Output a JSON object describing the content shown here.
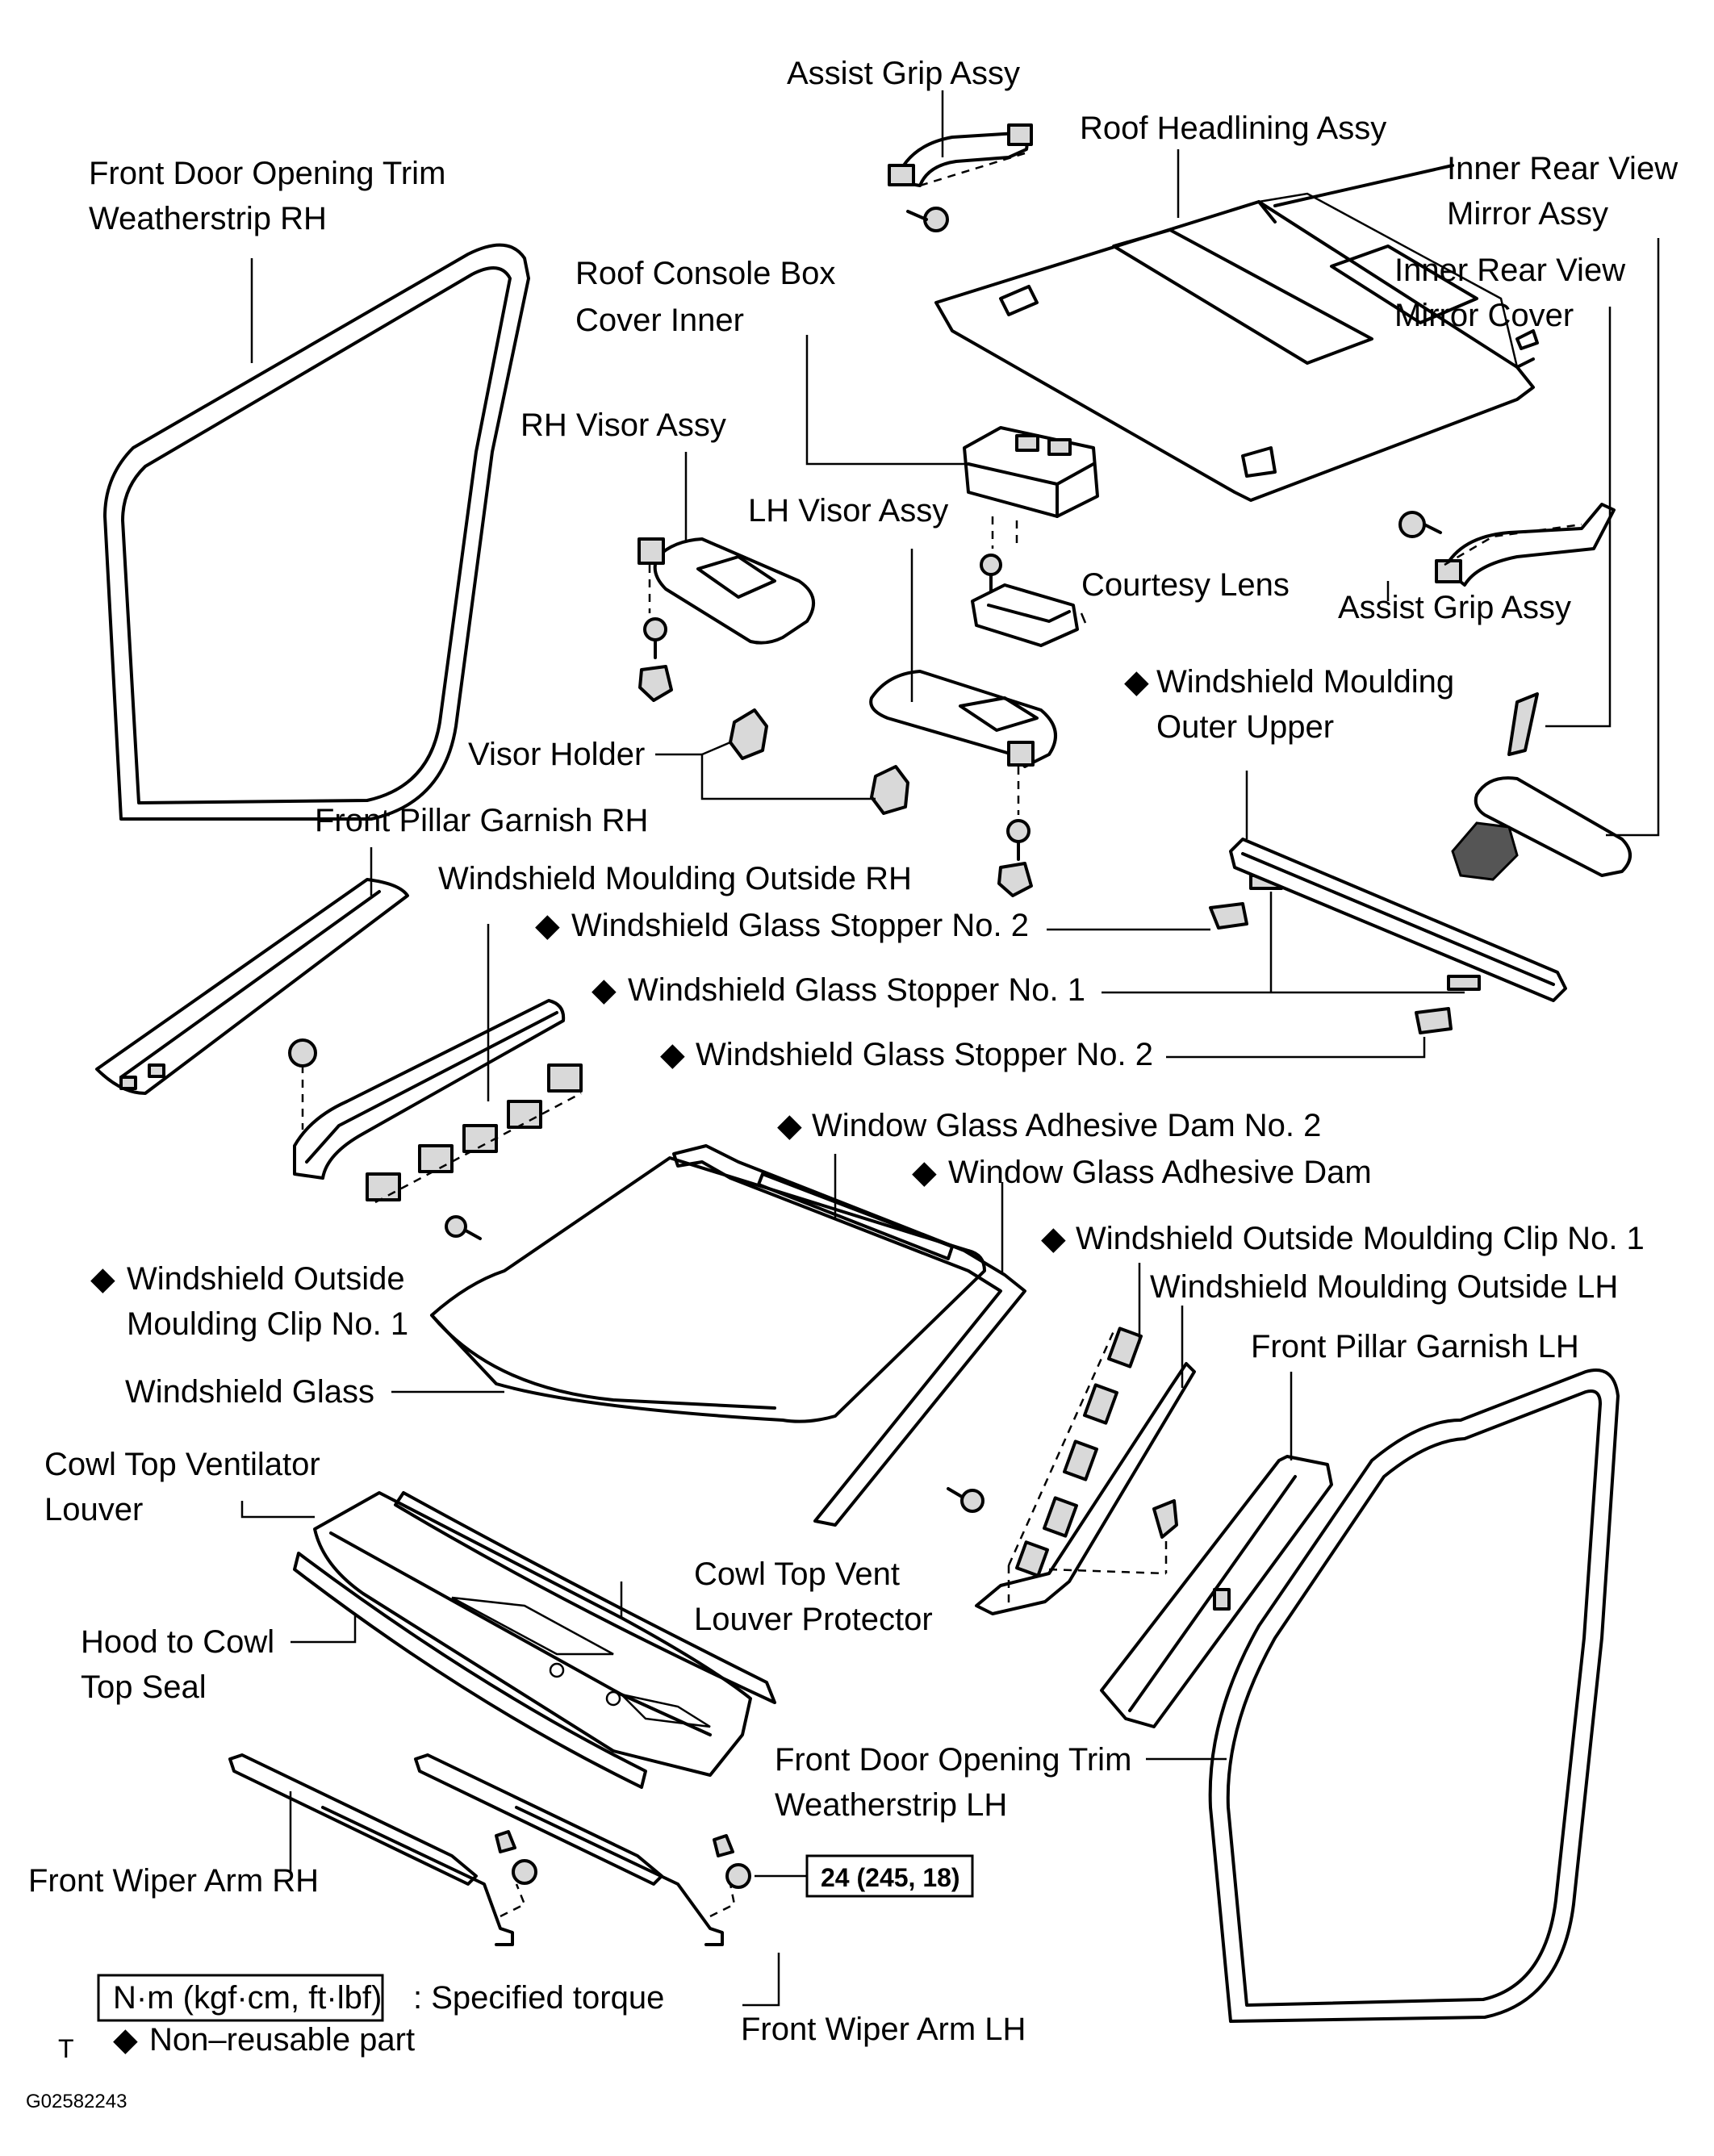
{
  "diagram_id": "G02582243",
  "corner_mark": "T",
  "labels": {
    "assist_grip_top": "Assist Grip Assy",
    "roof_headlining": "Roof Headlining Assy",
    "inner_mirror_1": "Inner Rear View",
    "inner_mirror_2": "Mirror Assy",
    "mirror_cover_1": "Inner Rear View",
    "mirror_cover_2": "Mirror Cover",
    "front_door_rh_1": "Front Door Opening Trim",
    "front_door_rh_2": "Weatherstrip RH",
    "roof_console_1": "Roof Console Box",
    "roof_console_2": "Cover Inner",
    "rh_visor": "RH Visor Assy",
    "lh_visor": "LH Visor Assy",
    "courtesy_lens": "Courtesy Lens",
    "assist_grip_right": "Assist Grip Assy",
    "ws_moulding_upper_1": "Windshield Moulding",
    "ws_moulding_upper_2": "Outer Upper",
    "visor_holder": "Visor Holder",
    "pillar_garnish_rh": "Front Pillar Garnish RH",
    "ws_moulding_rh": "Windshield Moulding Outside RH",
    "stopper_no2_a": "Windshield Glass Stopper No. 2",
    "stopper_no1": "Windshield Glass Stopper No. 1",
    "stopper_no2_b": "Windshield Glass Stopper No. 2",
    "adhesive_dam_no2": "Window Glass Adhesive Dam No. 2",
    "adhesive_dam": "Window Glass Adhesive Dam",
    "clip_no1_right": "Windshield Outside Moulding Clip No. 1",
    "ws_moulding_lh": "Windshield Moulding Outside LH",
    "clip_no1_left_1": "Windshield Outside",
    "clip_no1_left_2": "Moulding Clip No. 1",
    "ws_glass": "Windshield Glass",
    "pillar_garnish_lh": "Front Pillar Garnish LH",
    "cowl_louver_1": "Cowl Top Ventilator",
    "cowl_louver_2": "Louver",
    "cowl_protector_1": "Cowl Top Vent",
    "cowl_protector_2": "Louver Protector",
    "hood_seal_1": "Hood to Cowl",
    "hood_seal_2": "Top Seal",
    "front_door_lh_1": "Front Door Opening Trim",
    "front_door_lh_2": "Weatherstrip LH",
    "wiper_rh": "Front Wiper Arm RH",
    "wiper_lh": "Front Wiper Arm LH",
    "torque_value": "24 (245, 18)"
  },
  "legend": {
    "torque_box": "N·m (kgf·cm, ft·lbf)",
    "torque_text": ": Specified torque",
    "non_reusable_symbol": "◆",
    "non_reusable_text": "Non–reusable part"
  }
}
